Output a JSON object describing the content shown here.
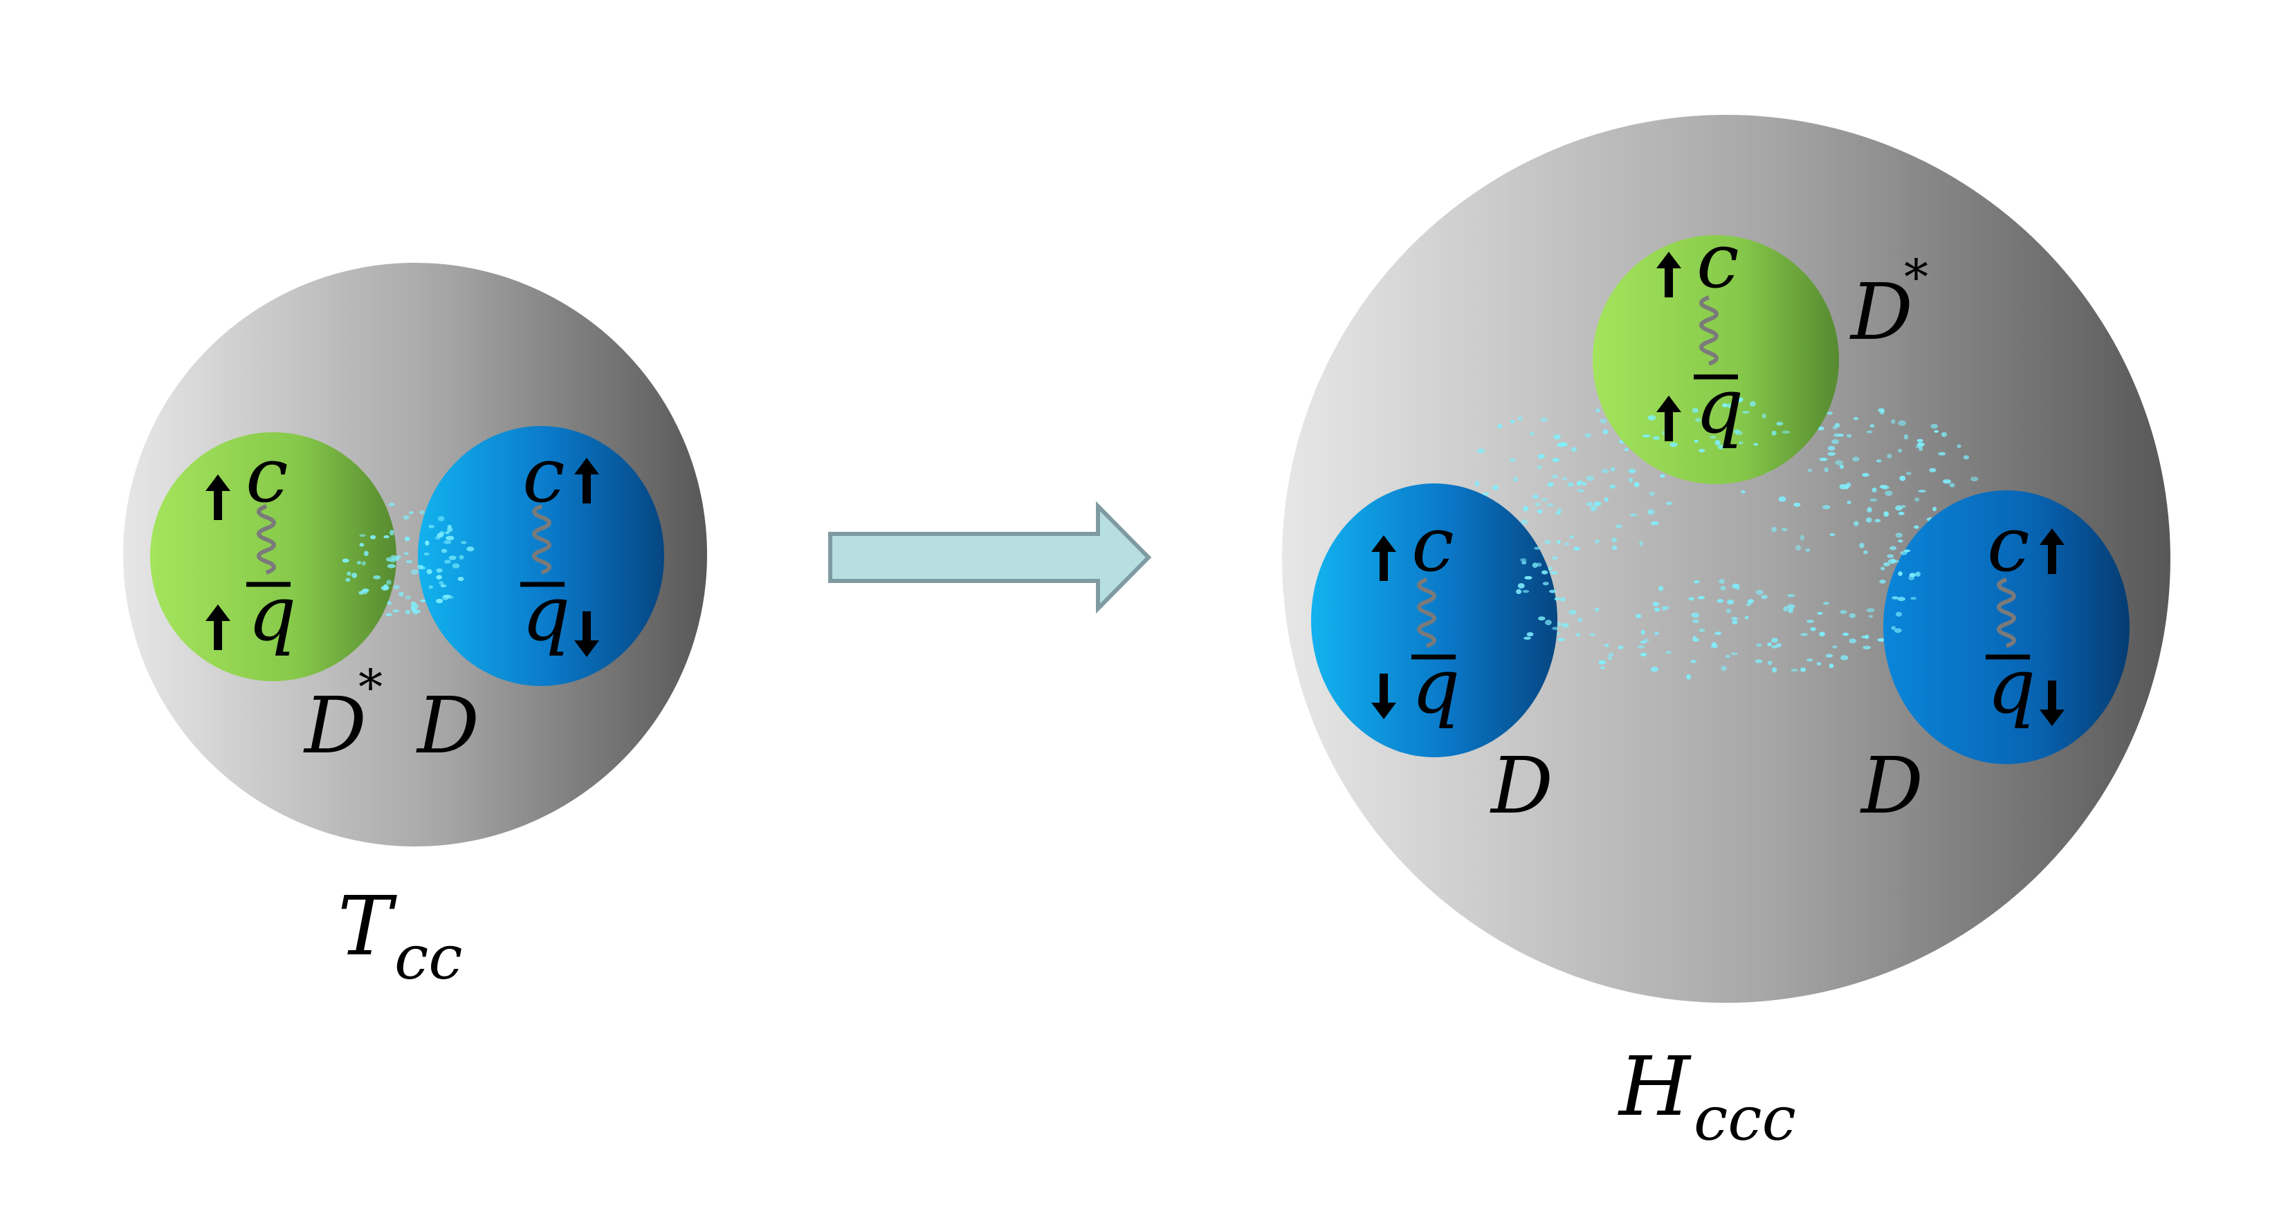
{
  "left": {
    "label_main": "T",
    "label_sub": "cc",
    "pair_label_left_main": "D",
    "pair_label_left_sup": "*",
    "pair_label_right": "D",
    "meson_green": {
      "top": "c",
      "bottom": "q",
      "spin_top": "up",
      "spin_bottom": "up"
    },
    "meson_blue": {
      "top": "c",
      "bottom": "q",
      "spin_top": "up",
      "spin_bottom": "down"
    }
  },
  "right": {
    "label_main": "H",
    "label_sub": "ccc",
    "label_top_main": "D",
    "label_top_sup": "*",
    "label_bottom_left": "D",
    "label_bottom_right": "D",
    "meson_green": {
      "top": "c",
      "bottom": "q",
      "spin_top": "up",
      "spin_bottom": "up"
    },
    "meson_blue_left": {
      "top": "c",
      "bottom": "q",
      "spin_top": "up",
      "spin_bottom": "down"
    },
    "meson_blue_right": {
      "top": "c",
      "bottom": "q",
      "spin_top": "up",
      "spin_bottom": "down"
    }
  },
  "colors": {
    "gray_light": "#e6e7e6",
    "gray_dark": "#5a5a5a",
    "green_light": "#9ee05a",
    "green_dark": "#5e9a34",
    "blue_light": "#10b0ee",
    "blue_dark": "#064a86",
    "arrow_fill": "#b7dfe2",
    "arrow_stroke": "#7f9aa2",
    "cloud_dot": "#7ff0ff",
    "spring": "#7a7a7a"
  }
}
